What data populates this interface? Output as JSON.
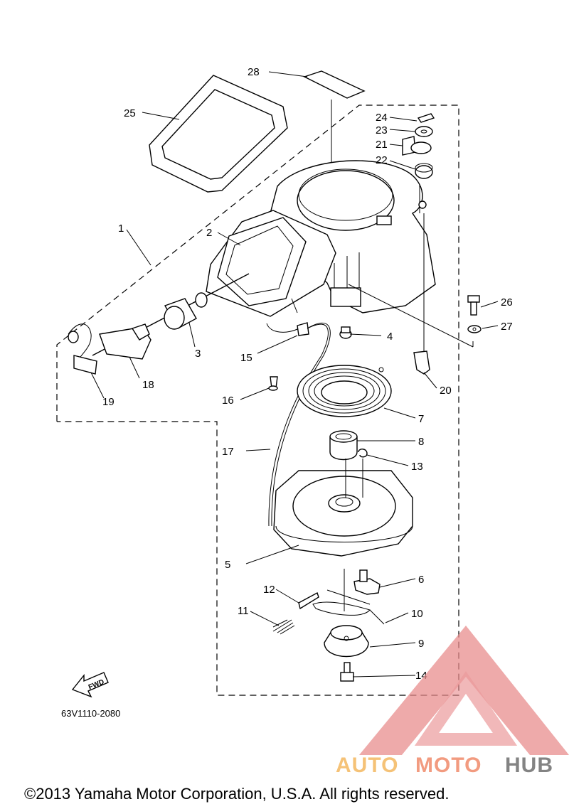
{
  "diagram": {
    "part_numbers": [
      "1",
      "2",
      "3",
      "4",
      "5",
      "6",
      "7",
      "8",
      "9",
      "10",
      "11",
      "12",
      "13",
      "14",
      "15",
      "16",
      "17",
      "18",
      "19",
      "20",
      "21",
      "22",
      "23",
      "24",
      "25",
      "26",
      "27",
      "28"
    ],
    "fwd_label": "FWD",
    "drawing_code": "63V1110-2080",
    "copyright": "©2013 Yamaha Motor Corporation, U.S.A. All rights reserved."
  },
  "watermark": {
    "brand_part1": "AUTO",
    "brand_part2": "MOTO",
    "brand_part3": "HUB",
    "colors": {
      "triangle": "#e8898a",
      "auto": "#f4b860",
      "moto": "#f08a6a",
      "hub": "#6e6e6e"
    }
  }
}
